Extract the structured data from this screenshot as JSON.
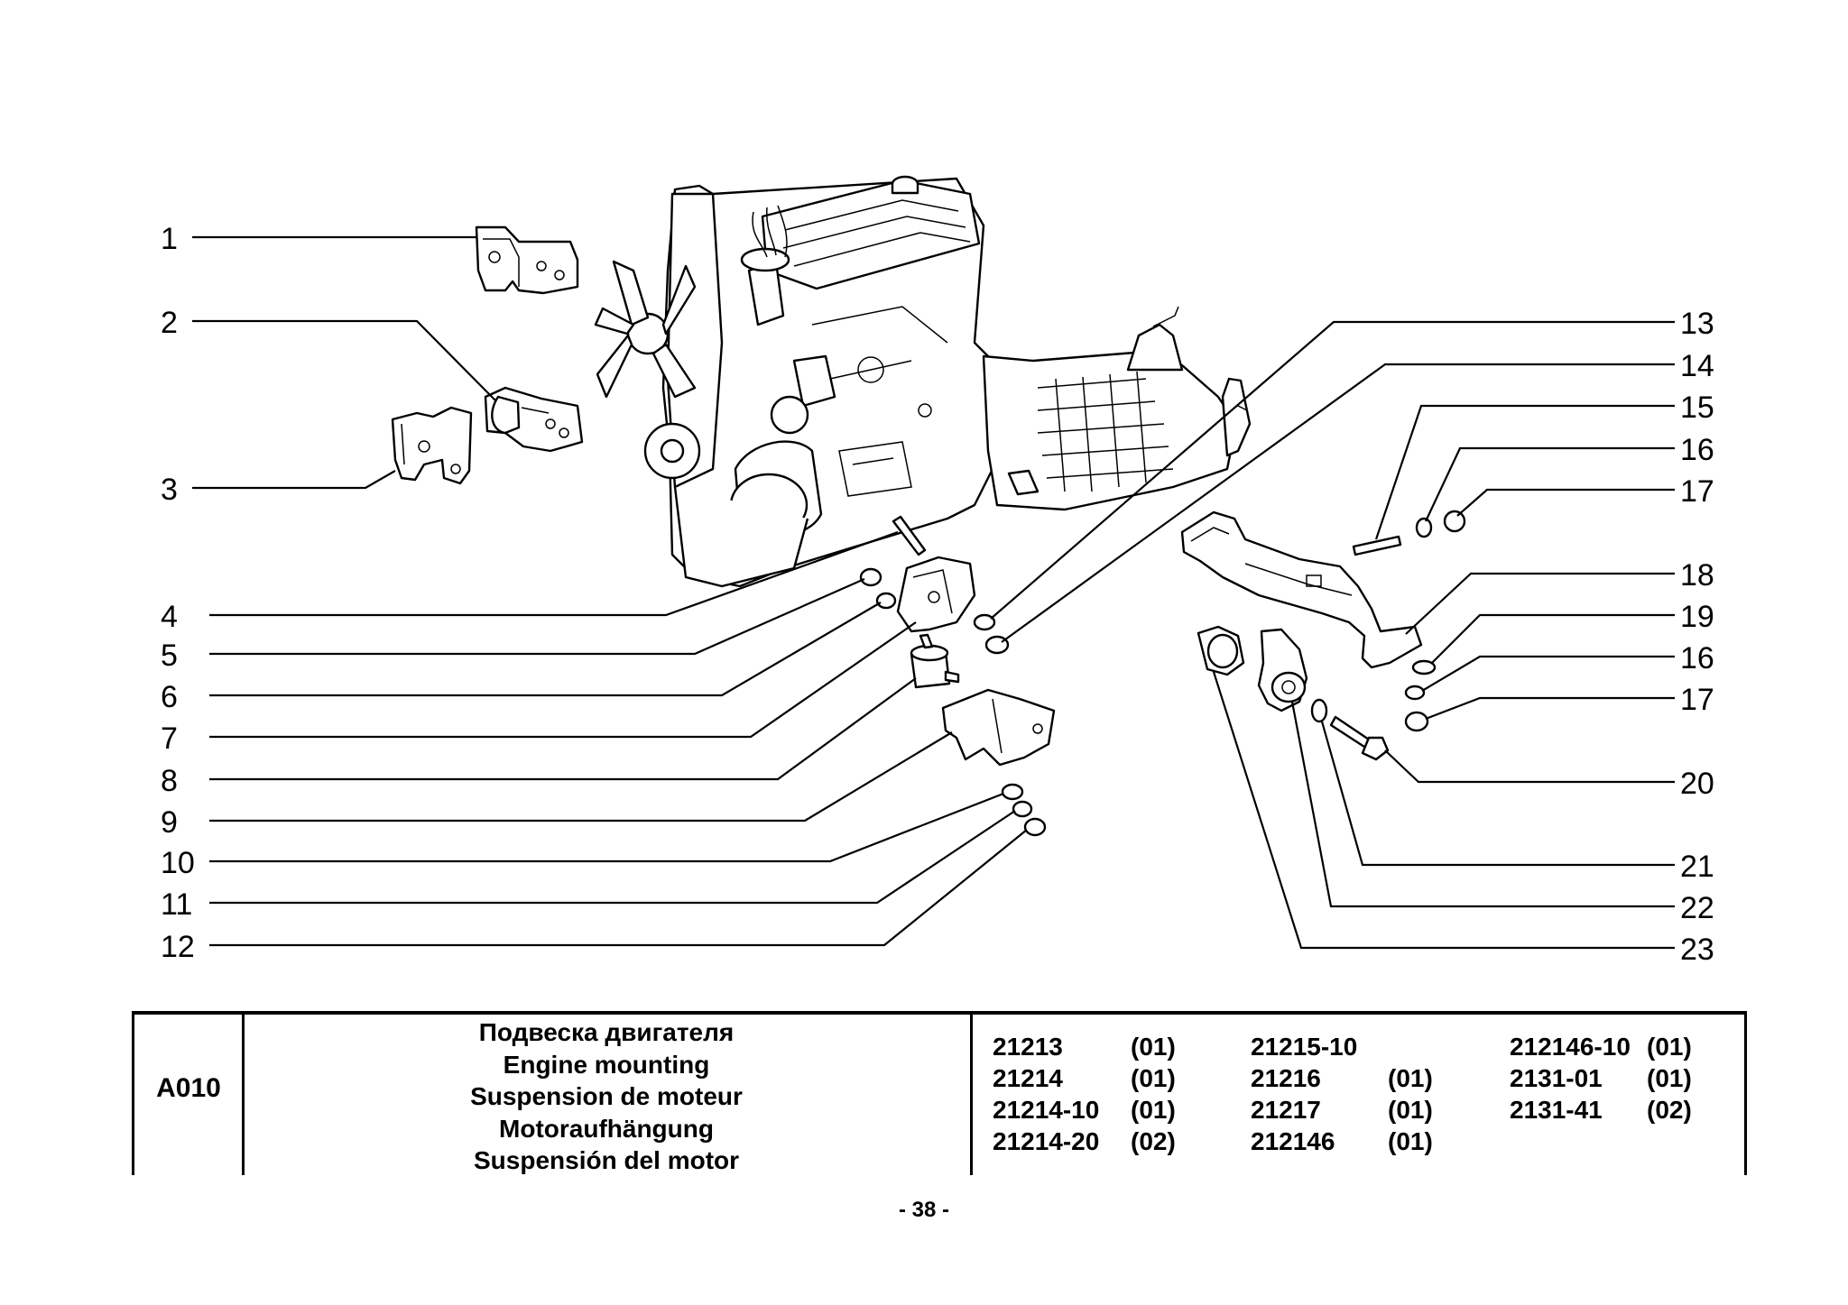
{
  "callouts": {
    "left": [
      "1",
      "2",
      "3",
      "4",
      "5",
      "6",
      "7",
      "8",
      "9",
      "10",
      "11",
      "12"
    ],
    "right": [
      "13",
      "14",
      "15",
      "16",
      "17",
      "18",
      "19",
      "16",
      "17",
      "20",
      "21",
      "22",
      "23"
    ]
  },
  "title_block": {
    "code": "A010",
    "titles": [
      "Подвеска двигателя",
      "Engine mounting",
      "Suspension de moteur",
      "Motoraufhängung",
      "Suspensión del motor"
    ],
    "models": [
      {
        "model": "21213",
        "variant": "(01)"
      },
      {
        "model": "21214",
        "variant": "(01)"
      },
      {
        "model": "21214-10",
        "variant": "(01)"
      },
      {
        "model": "21214-20",
        "variant": "(02)"
      },
      {
        "model": "21215-10",
        "variant": ""
      },
      {
        "model": "21216",
        "variant": "(01)"
      },
      {
        "model": "21217",
        "variant": "(01)"
      },
      {
        "model": "212146",
        "variant": "(01)"
      },
      {
        "model": "212146-10",
        "variant": "(01)"
      },
      {
        "model": "2131-01",
        "variant": "(01)"
      },
      {
        "model": "2131-41",
        "variant": "(02)"
      }
    ]
  },
  "page_number": "- 38 -"
}
